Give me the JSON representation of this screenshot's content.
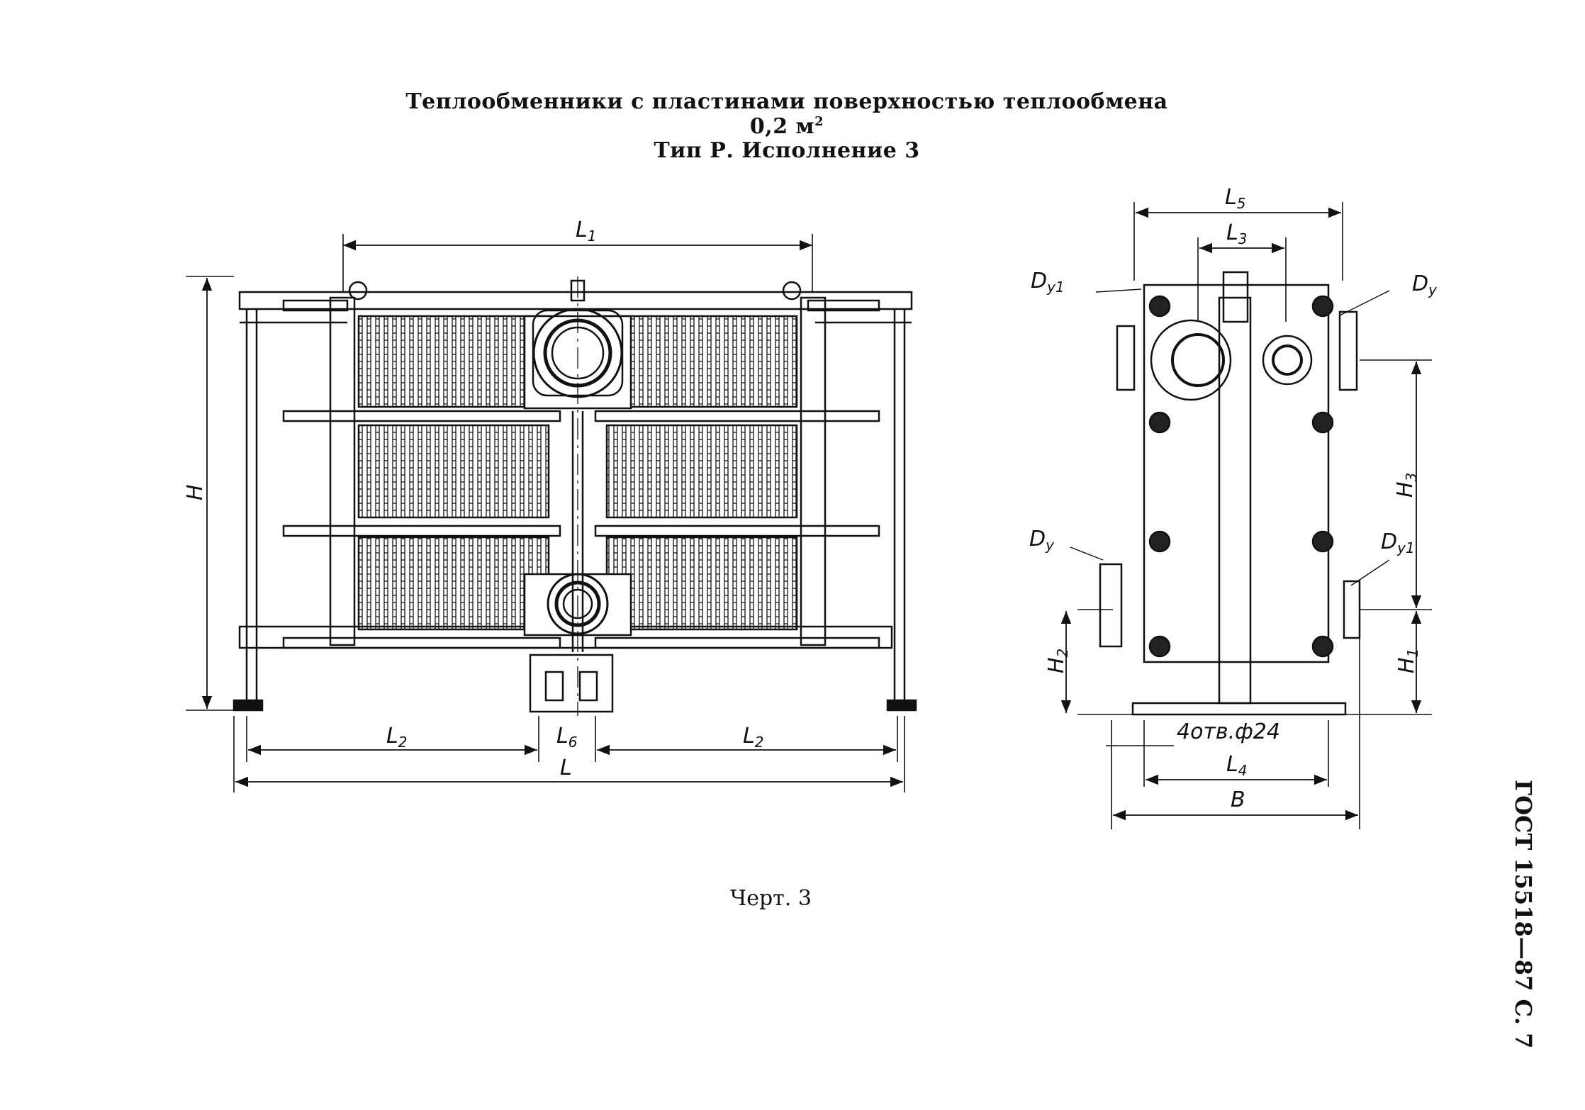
{
  "header": {
    "title": "Теплообменники с пластинами поверхностью теплообмена 0,2 м",
    "title_sup": "2",
    "subtitle": "Тип Р. Исполнение 3"
  },
  "caption": "Черт. 3",
  "side_label": "ГОСТ 15518—87 С. 7",
  "front_view": {
    "labels": {
      "L1": "L",
      "L1_sub": "1",
      "H": "H",
      "L2_left": "L",
      "L2_left_sub": "2",
      "L6": "L",
      "L6_sub": "6",
      "L2_right": "L",
      "L2_right_sub": "2",
      "L": "L"
    }
  },
  "side_view": {
    "labels": {
      "L5": "L",
      "L5_sub": "5",
      "L3": "L",
      "L3_sub": "3",
      "Dy1_top": "D",
      "Dy1_top_sub": "y1",
      "Dy_top": "D",
      "Dy_top_sub": "y",
      "H3": "H",
      "H3_sub": "3",
      "Dy_bottom": "D",
      "Dy_bottom_sub": "y",
      "Dy1_bottom": "D",
      "Dy1_bottom_sub": "y1",
      "H2": "H",
      "H2_sub": "2",
      "H1": "H",
      "H1_sub": "1",
      "holes": "4отв.ф24",
      "L4": "L",
      "L4_sub": "4",
      "B": "B"
    }
  }
}
